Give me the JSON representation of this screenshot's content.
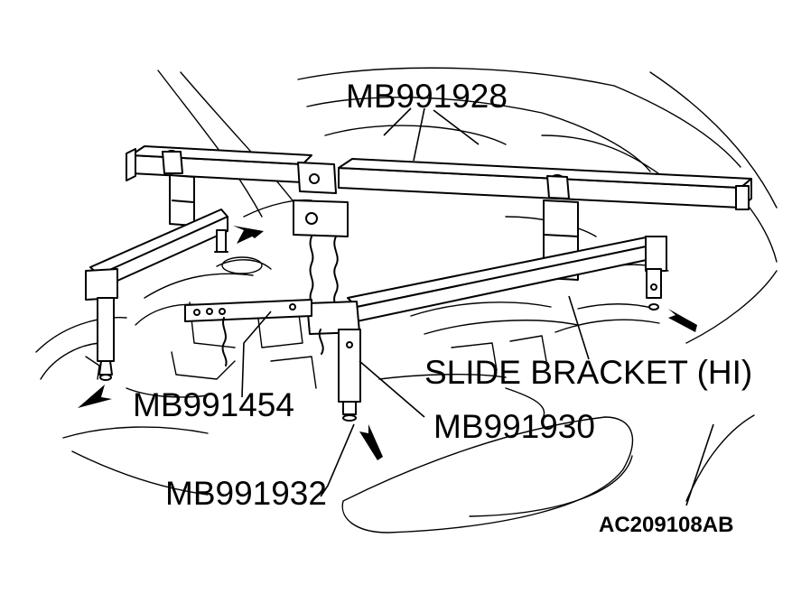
{
  "figure": {
    "labels": {
      "top_beam": "MB991928",
      "slide_bracket": "SLIDE BRACKET (HI)",
      "left_adapter": "MB991454",
      "center_hanger": "MB991930",
      "front_adapter": "MB991932"
    },
    "figure_id": "AC209108AB",
    "colors": {
      "line": "#000000",
      "background": "#ffffff"
    }
  }
}
